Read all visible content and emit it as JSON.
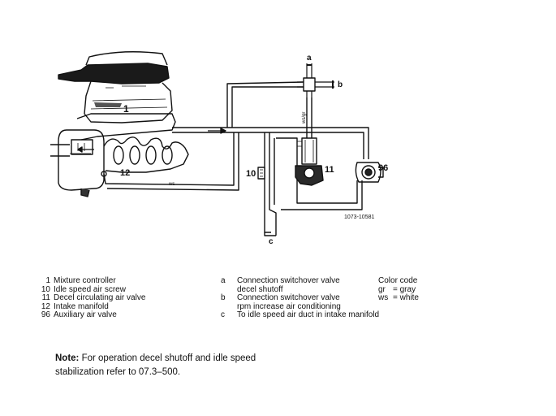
{
  "diagram": {
    "part_labels": {
      "mixture_controller": "1",
      "idle_screw": "10",
      "decel_valve": "11",
      "intake_manifold": "12",
      "aux_air_valve": "96",
      "conn_a": "a",
      "conn_b": "b",
      "conn_c": "c"
    },
    "hose_codes": {
      "vertical": "ws/gr",
      "bottom": "ws"
    },
    "figure_id": "1073-10581"
  },
  "legend_parts": [
    {
      "num": "1",
      "text": "Mixture controller"
    },
    {
      "num": "10",
      "text": "Idle speed air screw"
    },
    {
      "num": "11",
      "text": "Decel circulating air valve"
    },
    {
      "num": "12",
      "text": "Intake manifold"
    },
    {
      "num": "96",
      "text": "Auxiliary air valve"
    }
  ],
  "legend_connections": [
    {
      "key": "a",
      "lines": [
        "Connection switchover valve",
        "decel shutoff"
      ]
    },
    {
      "key": "b",
      "lines": [
        "Connection switchover valve",
        "rpm increase air conditioning"
      ]
    },
    {
      "key": "c",
      "lines": [
        "To idle speed air duct in intake manifold"
      ]
    }
  ],
  "color_code": {
    "title": "Color code",
    "items": [
      {
        "code": "gr",
        "meaning": "= gray"
      },
      {
        "code": "ws",
        "meaning": "= white"
      }
    ]
  },
  "note": {
    "label": "Note:",
    "line1": "For operation decel shutoff and idle speed",
    "line2": "stabilization refer to 07.3–500."
  }
}
